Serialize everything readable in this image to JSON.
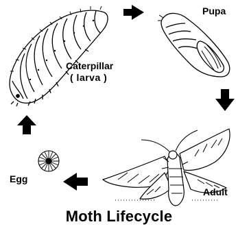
{
  "title": "Moth Lifecycle",
  "stages": {
    "caterpillar": {
      "label": "Caterpillar",
      "sublabel": "( larva )"
    },
    "pupa": {
      "label": "Pupa"
    },
    "adult": {
      "label": "Adult"
    },
    "egg": {
      "label": "Egg"
    }
  },
  "colors": {
    "ink": "#000000",
    "background": "#ffffff"
  },
  "icons": [
    "caterpillar-illustration",
    "pupa-illustration",
    "moth-illustration",
    "egg-illustration",
    "cycle-arrow-icon"
  ]
}
